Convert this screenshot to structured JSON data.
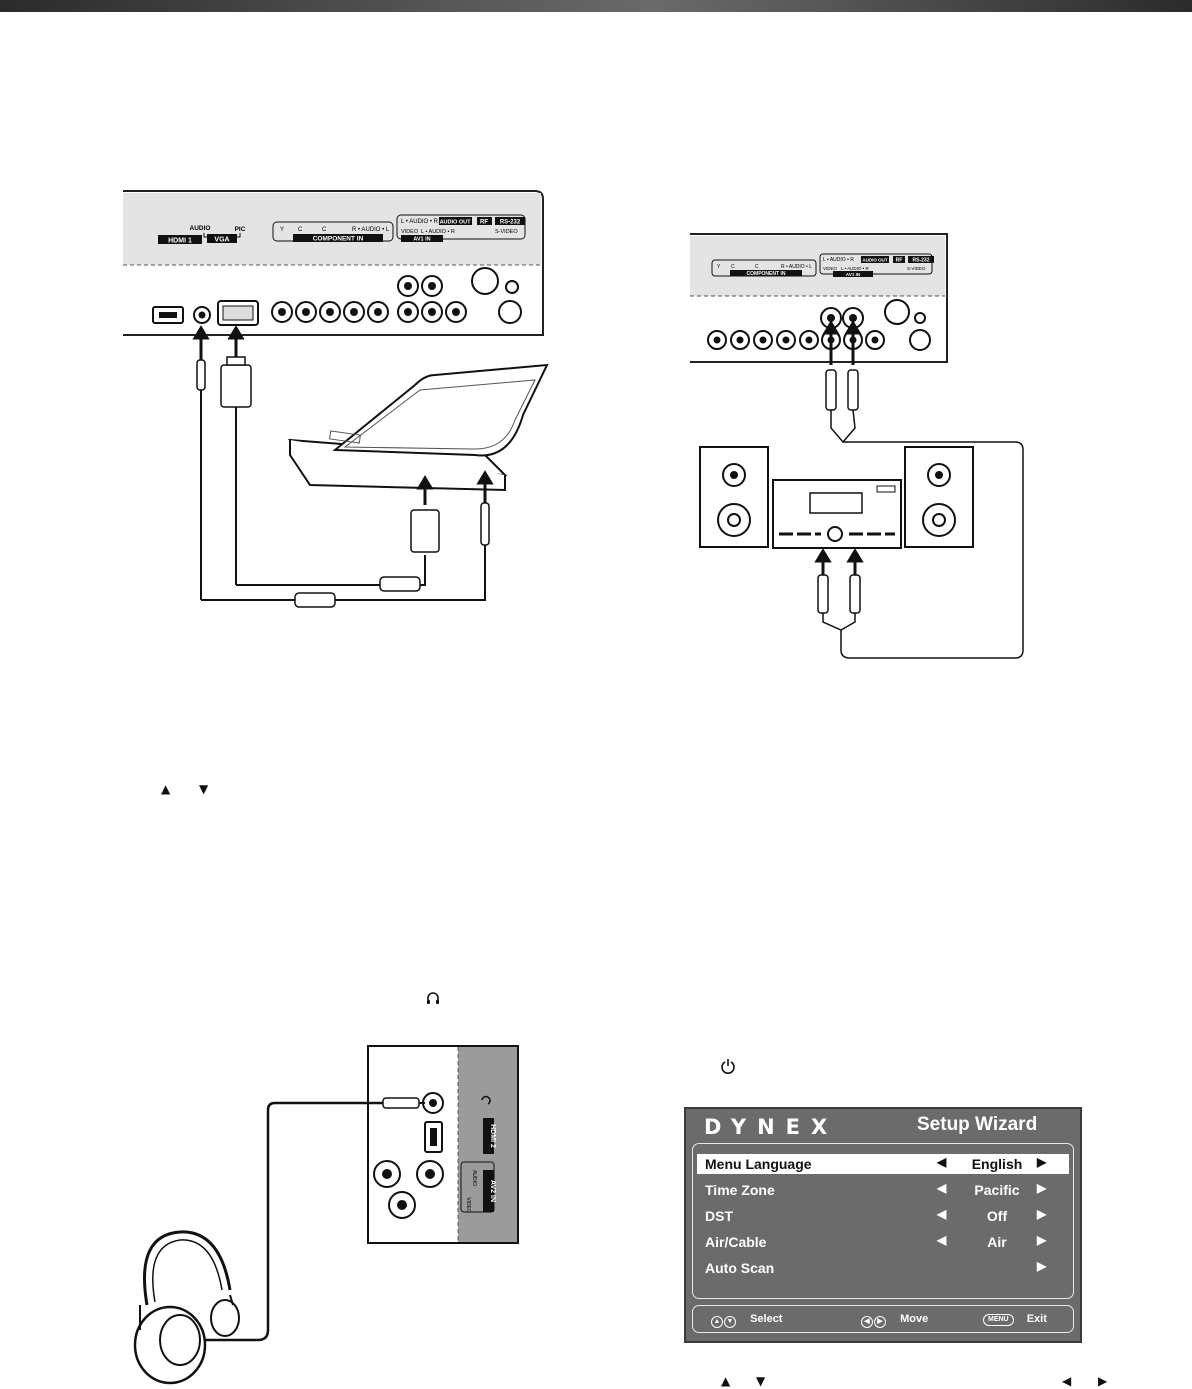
{
  "panel_labels": {
    "hdmi1": "HDMI 1",
    "audio": "AUDIO",
    "pic": "PIC",
    "vga": "VGA",
    "component_letters": [
      "Y",
      "C",
      "C",
      "R • AUDIO • L"
    ],
    "component_in": "COMPONENT IN",
    "l_audio_r": "L • AUDIO • R",
    "audio_out": "AUDIO OUT",
    "rf": "RF",
    "rs232": "RS-232",
    "video": "VIDEO",
    "av_l_audio_r": "L • AUDIO • R",
    "svideo": "S-VIDEO",
    "av1_in": "AV1 IN",
    "hdmi2": "HDMI 2",
    "av2_in": "AV2 IN",
    "side_audio": "AUDIO",
    "side_video": "VIDEO"
  },
  "symbols": {
    "up_arrow": "▲",
    "down_arrow": "▼",
    "left_arrow": "◀",
    "right_arrow": "▶",
    "headphone_icon": "headphone-jack-symbol",
    "power_icon": "power-symbol"
  },
  "osd": {
    "logo": "DYNEX",
    "title": "Setup Wizard",
    "rows": [
      {
        "label": "Menu Language",
        "value": "English",
        "has_left": true,
        "selected": true
      },
      {
        "label": "Time Zone",
        "value": "Pacific",
        "has_left": true,
        "selected": false
      },
      {
        "label": "DST",
        "value": "Off",
        "has_left": true,
        "selected": false
      },
      {
        "label": "Air/Cable",
        "value": "Air",
        "has_left": true,
        "selected": false
      },
      {
        "label": "Auto Scan",
        "value": "",
        "has_left": false,
        "selected": false
      }
    ],
    "footer": {
      "select": "Select",
      "move": "Move",
      "menu": "MENU",
      "exit": "Exit"
    },
    "colors": {
      "background": "#6b6b6b",
      "text": "#ffffff",
      "highlight": "#ffffff"
    }
  }
}
